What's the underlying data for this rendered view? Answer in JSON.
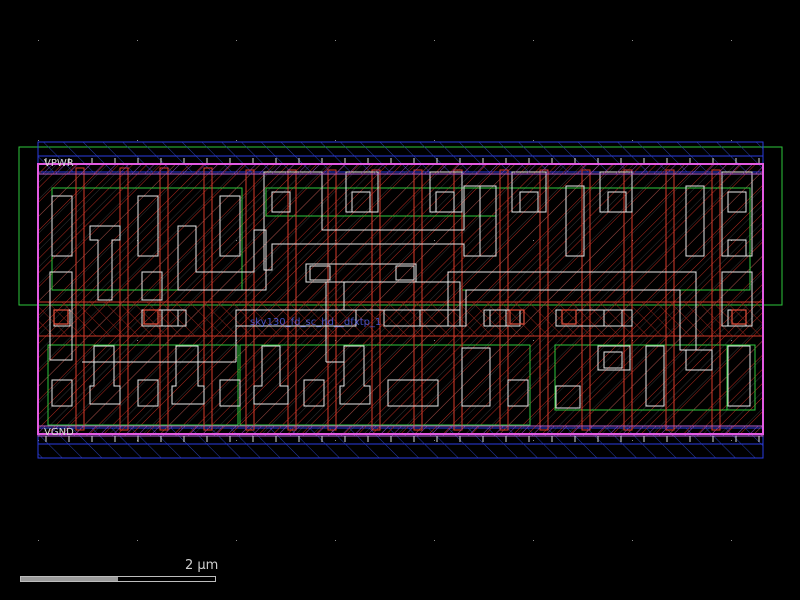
{
  "view": {
    "background": "#000000",
    "grid_dot_color": "#8a8a8a"
  },
  "layout_viewer": {
    "layers": [
      {
        "name": "diffusion",
        "color": "#2ec93b"
      },
      {
        "name": "poly",
        "color": "#d63a2a"
      },
      {
        "name": "licon/contacts",
        "color": "#d9d9d9"
      },
      {
        "name": "li1",
        "color": "#b25fd6"
      },
      {
        "name": "met1",
        "color": "#2a3ce0"
      },
      {
        "name": "boundary",
        "color": "#e35ae3"
      }
    ],
    "labels": {
      "power": "VPWR",
      "ground": "VGND",
      "cell_name": "sky130_fd_sc_hd__dfxtp_1"
    }
  },
  "scale_bar": {
    "label": "2 µm",
    "fill_fraction": 0.5
  },
  "icons": {
    "scale": "scale-bar-icon"
  }
}
